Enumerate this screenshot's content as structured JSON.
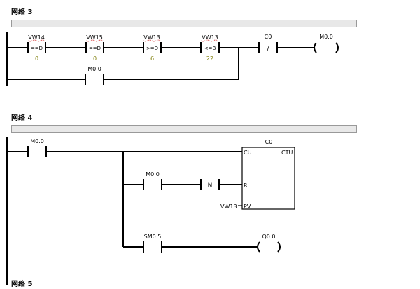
{
  "network3": {
    "title": "网络 3",
    "rung1": [
      {
        "operand": "VW14",
        "op": "==D",
        "value": "0"
      },
      {
        "operand": "VW15",
        "op": "==D",
        "value": "0"
      },
      {
        "operand": "VW13",
        "op": ">=D",
        "value": "6"
      },
      {
        "operand": "VW13",
        "op": "<=B",
        "value": "22"
      }
    ],
    "nc_contact": {
      "label": "C0",
      "symbol": "/"
    },
    "coil": {
      "label": "M0.0",
      "symbol": "(  )"
    },
    "parallel_contact": {
      "label": "M0.0"
    }
  },
  "network4": {
    "title": "网络 4",
    "input_contact": {
      "label": "M0.0"
    },
    "counter": {
      "name": "C0",
      "type": "CTU",
      "cu": "CU",
      "r": "R",
      "pv": "PV",
      "pv_operand": "VW13"
    },
    "reset_contact": {
      "label": "M0.0"
    },
    "n_transition": {
      "symbol": "N"
    },
    "output_contact": {
      "label": "SM0.5"
    },
    "output_coil": {
      "label": "Q0.0",
      "symbol": "(  )"
    }
  },
  "network5": {
    "title": "网络 5"
  }
}
